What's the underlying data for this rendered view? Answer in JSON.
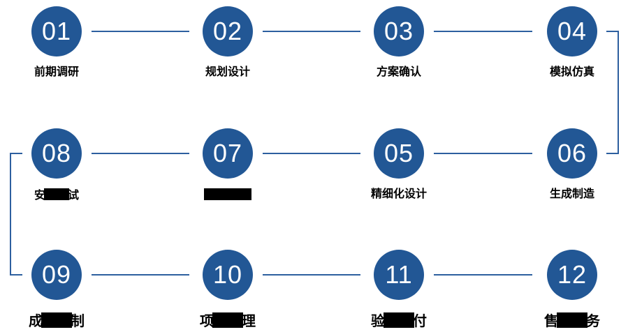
{
  "diagram": {
    "title_hint": "12-step process flow, numbered circles arranged in a snake layout",
    "colors": {
      "circle_fill": "#225795",
      "connector_line": "#2D5F9F",
      "number_text": "#FFFFFF",
      "label_text": "#000000",
      "background": "#FFFFFF"
    },
    "steps": [
      {
        "number": "01",
        "label_visible_start": "前期调研",
        "label_obscured_chars": 0,
        "label_visible_end": ""
      },
      {
        "number": "02",
        "label_visible_start": "规划设计",
        "label_obscured_chars": 0,
        "label_visible_end": ""
      },
      {
        "number": "03",
        "label_visible_start": "方案确认",
        "label_obscured_chars": 0,
        "label_visible_end": ""
      },
      {
        "number": "04",
        "label_visible_start": "模拟仿真",
        "label_obscured_chars": 0,
        "label_visible_end": ""
      },
      {
        "number": "08",
        "label_visible_start": "安",
        "label_obscured_chars": 2,
        "label_visible_end": "试"
      },
      {
        "number": "07",
        "label_visible_start": "",
        "label_obscured_chars": 4,
        "label_visible_end": ""
      },
      {
        "number": "05",
        "label_visible_start": "精细化设计",
        "label_obscured_chars": 0,
        "label_visible_end": ""
      },
      {
        "number": "06",
        "label_visible_start": "生成制造",
        "label_obscured_chars": 0,
        "label_visible_end": ""
      },
      {
        "number": "09",
        "label_visible_start": "成",
        "label_obscured_chars": 2,
        "label_visible_end": "制"
      },
      {
        "number": "10",
        "label_visible_start": "项",
        "label_obscured_chars": 2,
        "label_visible_end": "理"
      },
      {
        "number": "11",
        "label_visible_start": "验",
        "label_obscured_chars": 2,
        "label_visible_end": "付"
      },
      {
        "number": "12",
        "label_visible_start": "售",
        "label_obscured_chars": 2,
        "label_visible_end": "务"
      }
    ]
  }
}
